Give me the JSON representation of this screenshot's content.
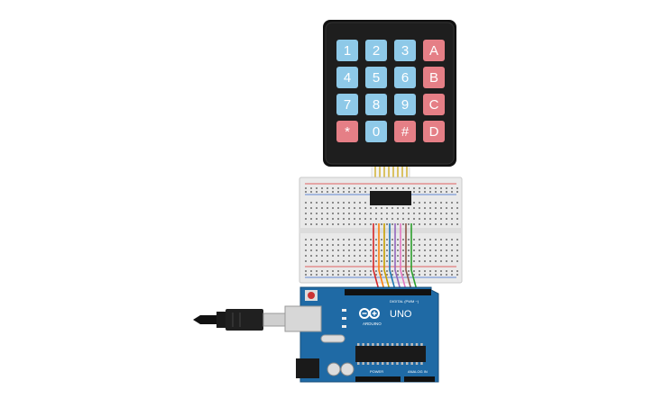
{
  "keypad": {
    "keys": [
      {
        "label": "1",
        "kind": "num"
      },
      {
        "label": "2",
        "kind": "num"
      },
      {
        "label": "3",
        "kind": "num"
      },
      {
        "label": "A",
        "kind": "letter"
      },
      {
        "label": "4",
        "kind": "num"
      },
      {
        "label": "5",
        "kind": "num"
      },
      {
        "label": "6",
        "kind": "num"
      },
      {
        "label": "B",
        "kind": "letter"
      },
      {
        "label": "7",
        "kind": "num"
      },
      {
        "label": "8",
        "kind": "num"
      },
      {
        "label": "9",
        "kind": "num"
      },
      {
        "label": "C",
        "kind": "letter"
      },
      {
        "label": "*",
        "kind": "letter"
      },
      {
        "label": "0",
        "kind": "num"
      },
      {
        "label": "#",
        "kind": "letter"
      },
      {
        "label": "D",
        "kind": "letter"
      }
    ]
  },
  "wires": [
    "#d62728",
    "#ff7f0e",
    "#c8a000",
    "#1f77b4",
    "#9467bd",
    "#e377c2",
    "#8c564b",
    "#2ca02c"
  ],
  "arduino": {
    "model": "UNO",
    "brand": "ARDUINO",
    "digital_label": "DIGITAL (PWM ~)",
    "power_label": "POWER",
    "analog_label": "ANALOG IN"
  },
  "colors": {
    "keypad_body": "#1e1e1e",
    "key_num": "#8ec9e8",
    "key_letter": "#e57f86",
    "board": "#1f6aa5",
    "breadboard": "#e9e9e9"
  }
}
